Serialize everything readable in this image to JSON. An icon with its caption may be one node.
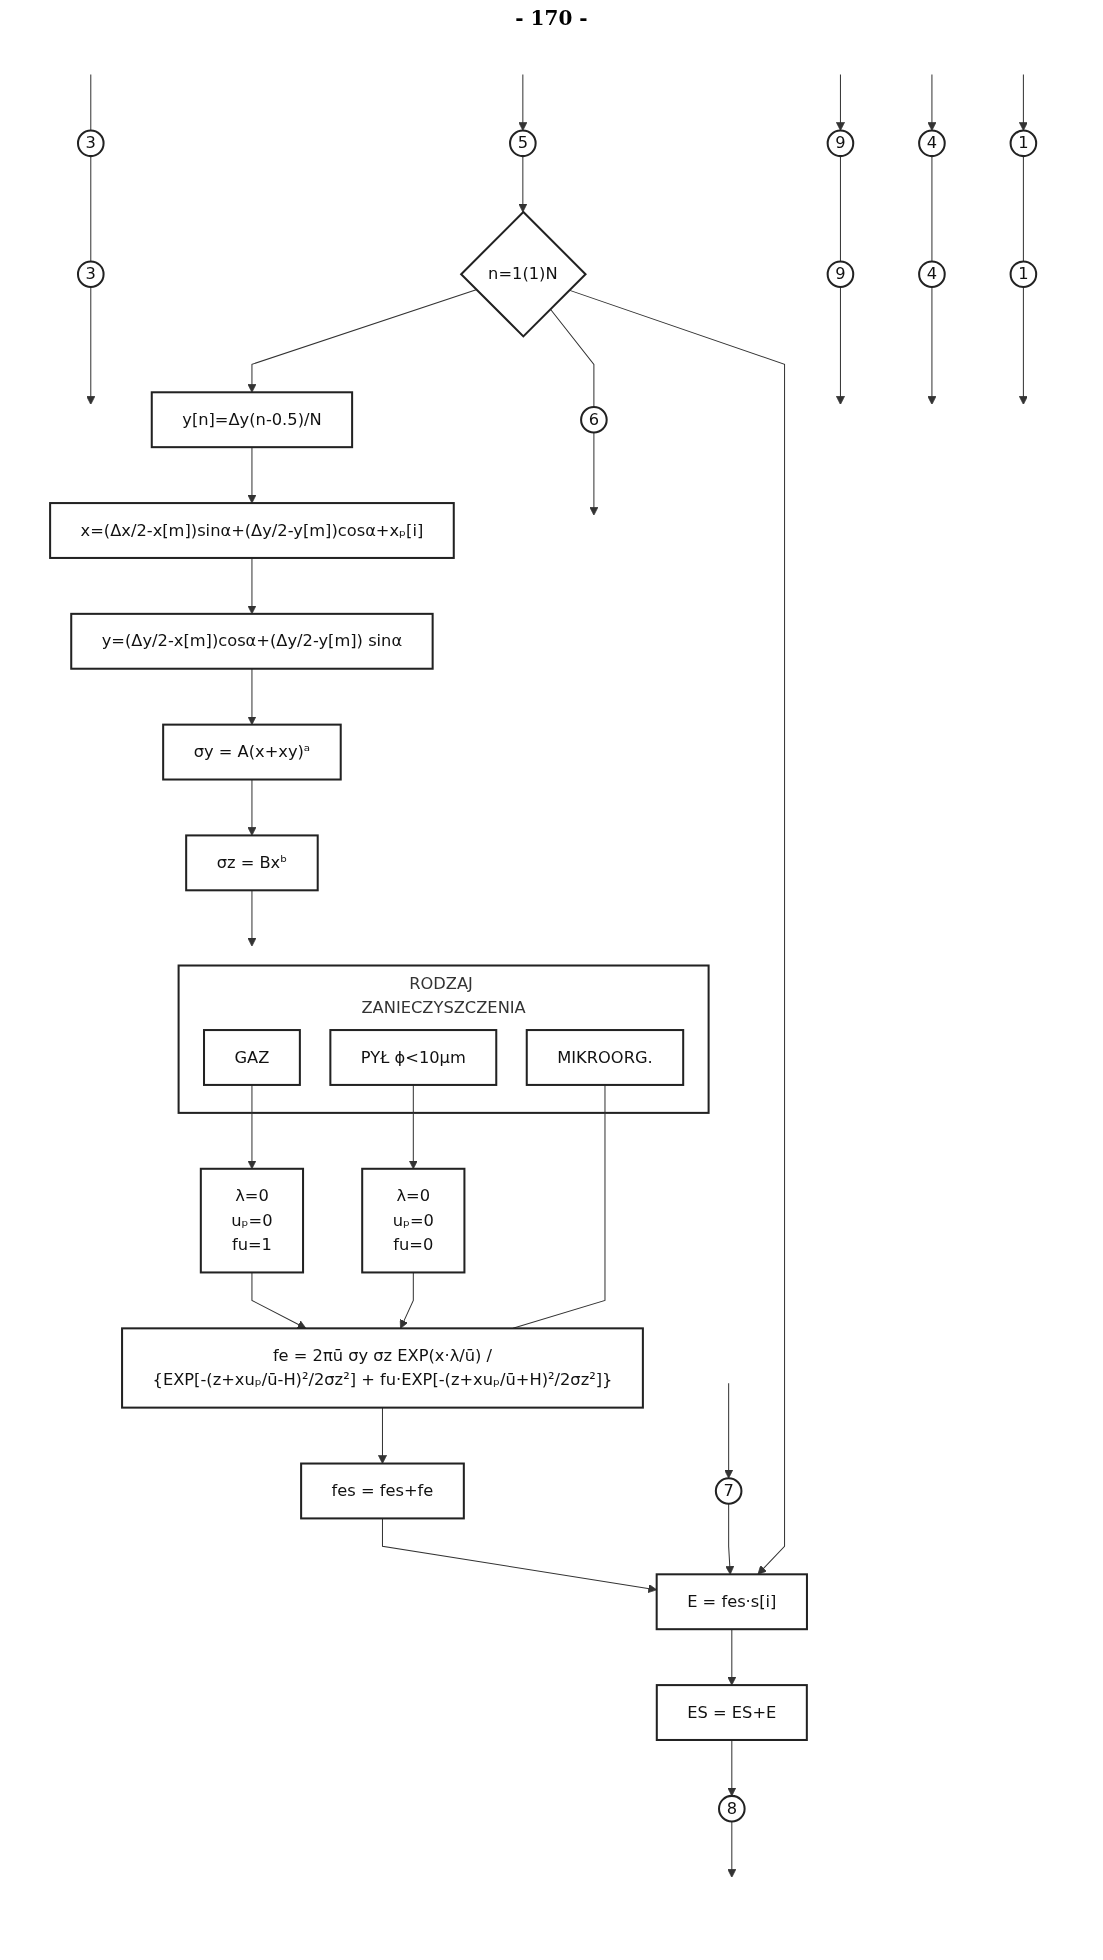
{
  "diagram": {
    "nodes": [
      {
        "text": [
          "3"
        ]
      },
      {
        "text": [
          "8"
        ]
      },
      {
        "text": [
          "7"
        ]
      },
      {
        "text": [
          "5"
        ]
      },
      {
        "text": [
          "6"
        ]
      },
      {
        "text": [
          "9"
        ]
      },
      {
        "text": [
          "4"
        ]
      },
      {
        "text": [
          "1"
        ]
      },
      {
        "text": [
          "n=1(1)N"
        ]
      },
      {
        "text": [
          "y[n]=Δy(n-0.5)/N"
        ]
      },
      {
        "text": [
          "x=(Δx/2-x[m])sinα+(Δy/2-y[m])cosα+xₚ[i]"
        ]
      },
      {
        "text": [
          "y=(Δy/2-x[m])cosα+(Δy/2-y[m]) sinα"
        ]
      },
      {
        "text": [
          "σy = A(x+xy)ᵃ"
        ]
      },
      {
        "text": [
          "σz = Bxᵇ"
        ]
      },
      {
        "text": [
          "RODZAJ ZANIECZYSZCZENIA"
        ]
      },
      {
        "text": [
          "GAZ"
        ],
        "in": 14
      },
      {
        "text": [
          "PYŁ ϕ<10μm"
        ],
        "in": 14
      },
      {
        "text": [
          "MIKROORG."
        ],
        "in": 14
      },
      {
        "text": [
          "λ=0",
          "uₚ=0",
          "fu=1"
        ]
      },
      {
        "text": [
          "λ=0",
          "uₚ=0",
          "fu=0"
        ]
      },
      {
        "text": [
          "fe = 2πū σy σz EXP(x·λ/ū) /",
          "{EXP[-(z+xuₚ/ū-H)²/2σz²] + fu·EXP[-(z+xuₚ/ū+H)²/2σz²]}"
        ]
      },
      {
        "text": [
          "fes = fes+fe"
        ]
      },
      {
        "text": [
          "E = fes·s[i]"
        ]
      },
      {
        "text": [
          "ES = ES+E"
        ]
      },
      {
        "text": [
          "3"
        ]
      },
      {
        "text": [
          "9"
        ]
      },
      {
        "text": [
          "4"
        ]
      },
      {
        "text": [
          "1"
        ]
      }
    ],
    "edges": [
      {
        "from": 0,
        "to": null,
        "arrow": "to"
      },
      {
        "from": 1,
        "to": null,
        "arrow": "to"
      },
      {
        "from": null,
        "to": 2,
        "arrow": "to"
      },
      {
        "from": null,
        "to": 3,
        "arrow": "to"
      },
      {
        "from": 4,
        "to": null,
        "arrow": "to"
      },
      {
        "from": null,
        "to": 5,
        "arrow": "to"
      },
      {
        "from": null,
        "to": 6,
        "arrow": "to"
      },
      {
        "from": null,
        "to": 7,
        "arrow": "to"
      },
      {
        "from": 3,
        "to": 8,
        "arrow": "to"
      },
      {
        "from": 8,
        "to": 9,
        "arrow": "to"
      },
      {
        "from": 8,
        "to": 4,
        "arrow": "none"
      },
      {
        "from": 9,
        "to": 10,
        "arrow": "to"
      },
      {
        "from": 10,
        "to": 11,
        "arrow": "to"
      },
      {
        "from": 11,
        "to": 12,
        "arrow": "to"
      },
      {
        "from": 12,
        "to": 13,
        "arrow": "to"
      },
      {
        "from": 13,
        "to": 14,
        "arrow": "to"
      },
      {
        "from": 15,
        "to": 18,
        "arrow": "to"
      },
      {
        "from": 16,
        "to": 19,
        "arrow": "to"
      },
      {
        "from": 18,
        "to": 20,
        "arrow": "to"
      },
      {
        "from": 19,
        "to": 20,
        "arrow": "to"
      },
      {
        "from": 17,
        "to": 20,
        "arrow": "none"
      },
      {
        "from": 20,
        "to": 21,
        "arrow": "to"
      },
      {
        "from": 21,
        "to": 22,
        "arrow": "to"
      },
      {
        "from": 8,
        "to": 22,
        "arrow": "to"
      },
      {
        "from": 2,
        "to": 22,
        "arrow": "to"
      },
      {
        "from": 22,
        "to": 23,
        "arrow": "to"
      },
      {
        "from": 23,
        "to": 1,
        "arrow": "to"
      },
      {
        "from": 24,
        "to": 0,
        "arrow": "none"
      },
      {
        "from": null,
        "to": 24,
        "arrow": "none"
      },
      {
        "from": 5,
        "to": 25,
        "arrow": "none"
      },
      {
        "from": 6,
        "to": 26,
        "arrow": "none"
      },
      {
        "from": 7,
        "to": 27,
        "arrow": "none"
      },
      {
        "from": 25,
        "to": null,
        "arrow": "to"
      },
      {
        "from": 26,
        "to": null,
        "arrow": "to"
      },
      {
        "from": 27,
        "to": null,
        "arrow": "to"
      }
    ],
    "labels": [
      "- 170 -"
    ]
  }
}
